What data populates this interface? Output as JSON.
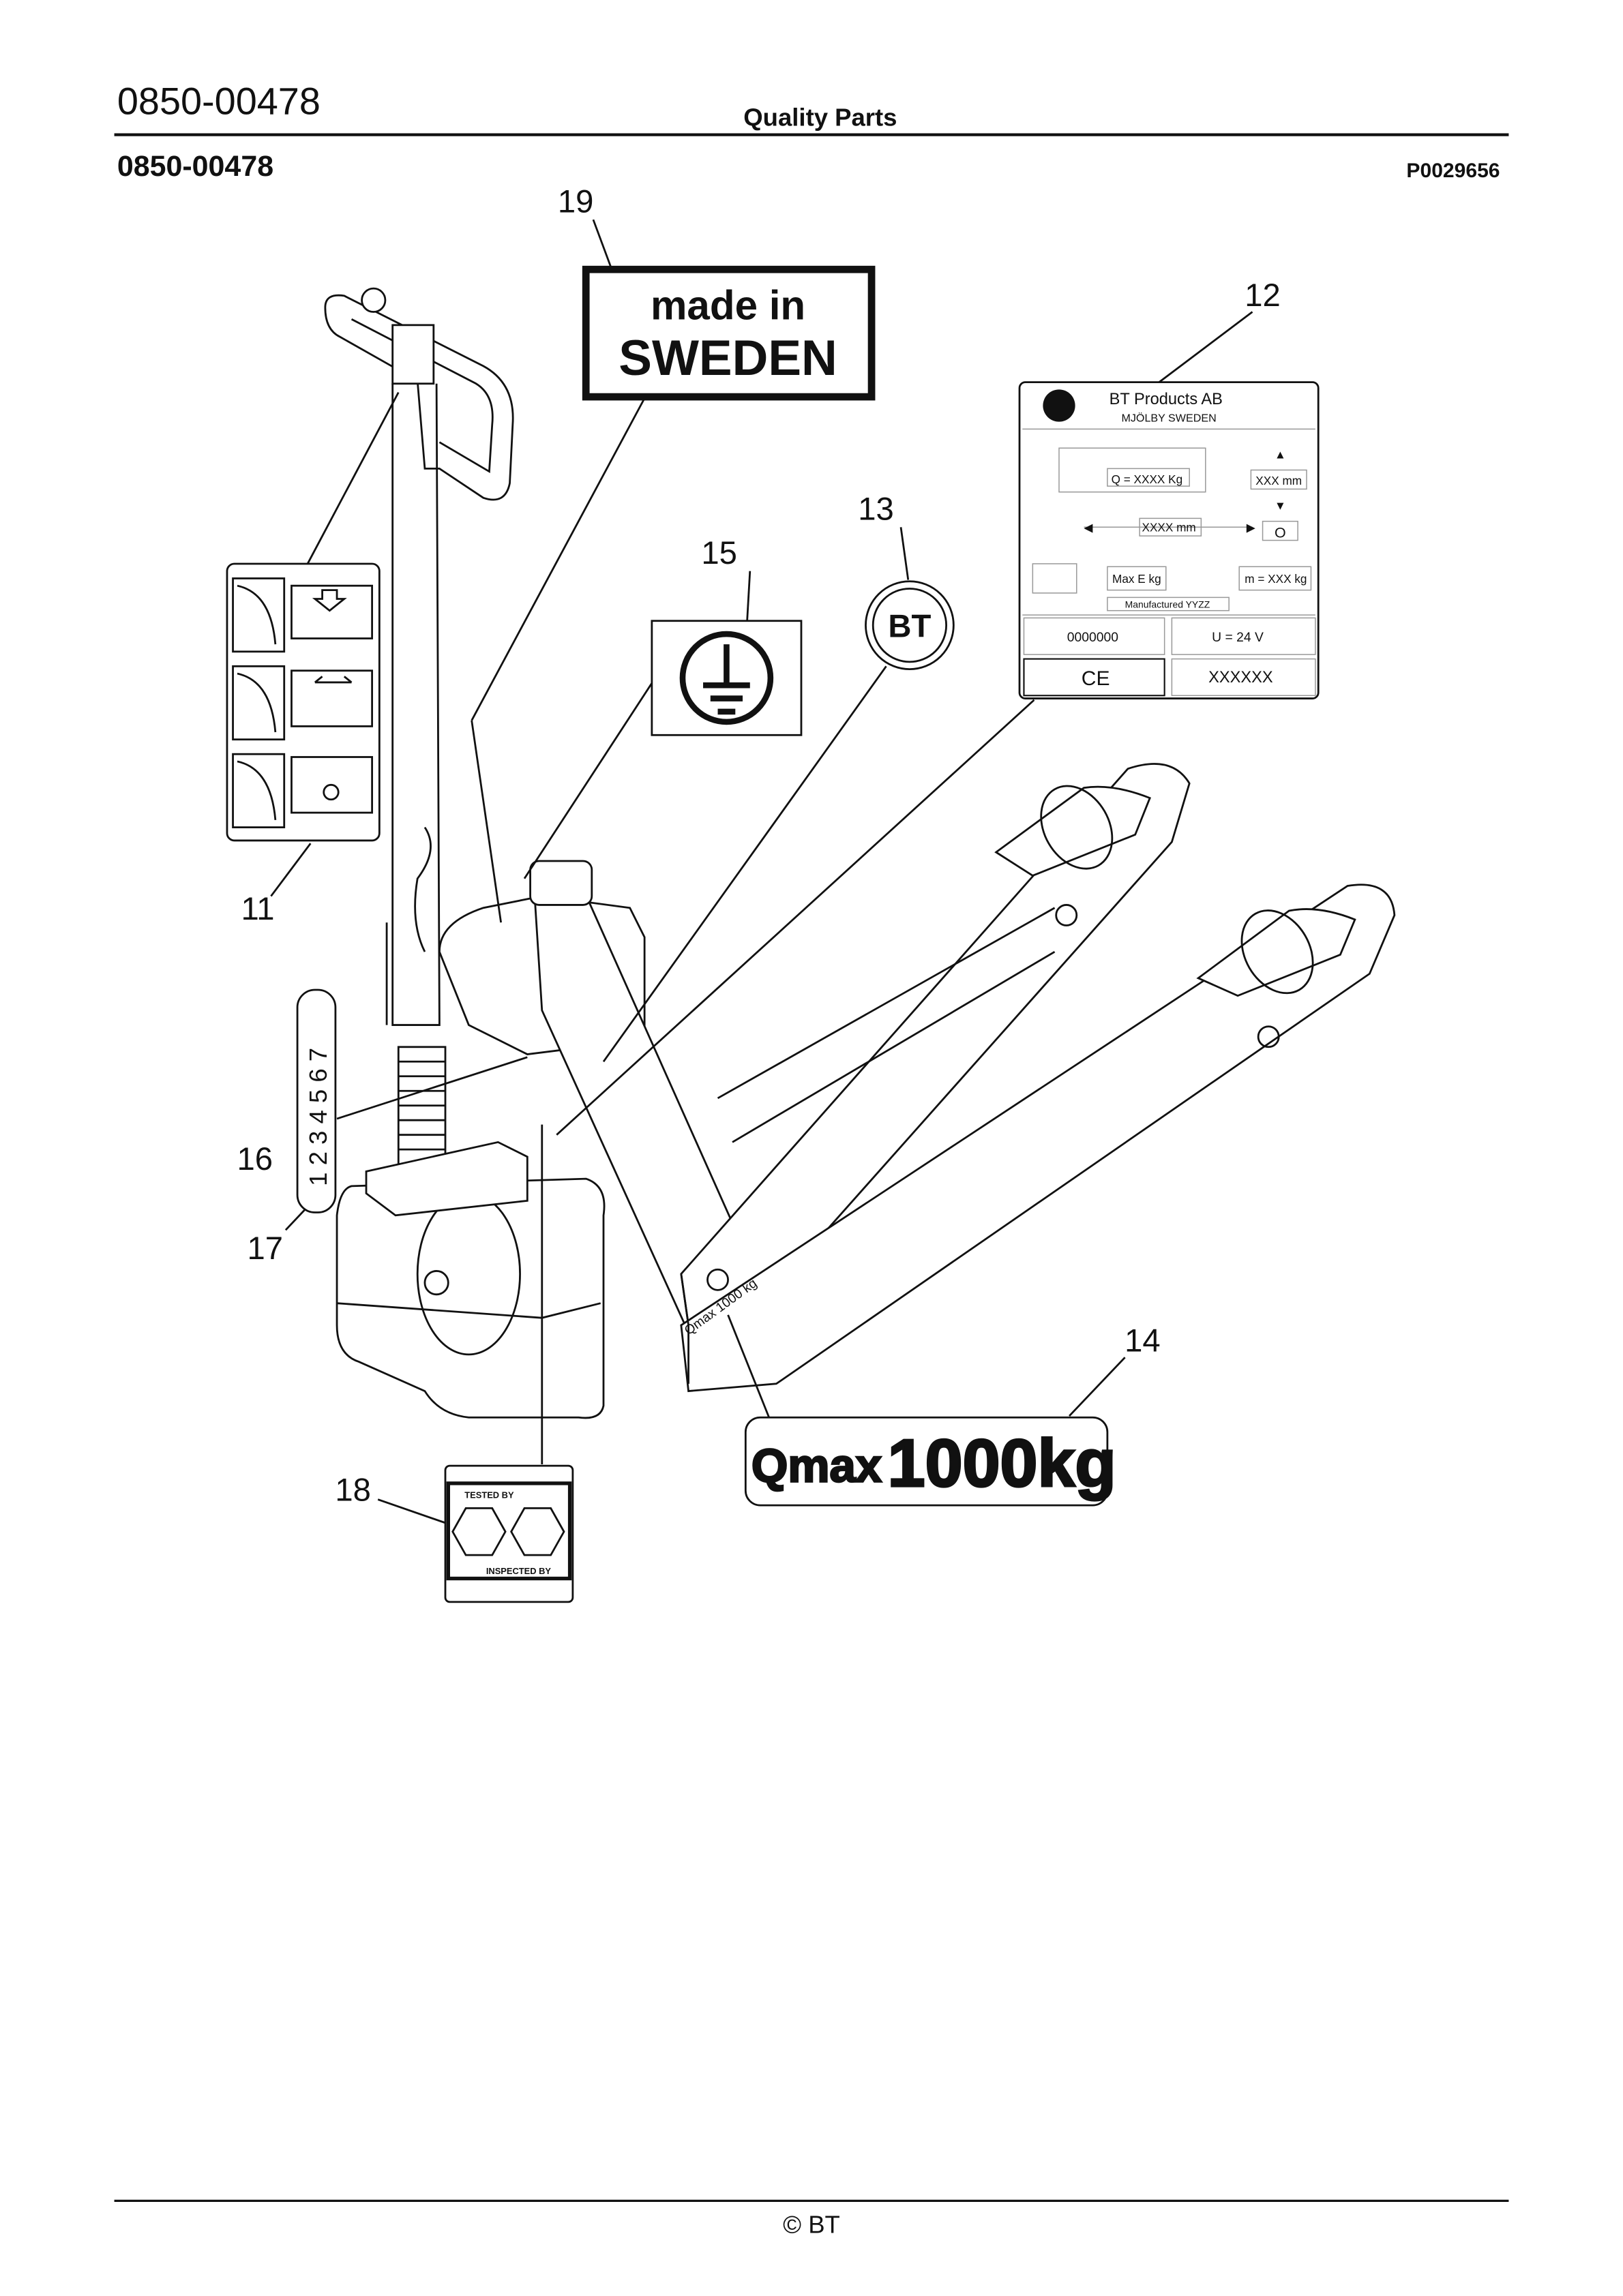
{
  "header": {
    "doc_number": "0850-00478",
    "title": "Quality Parts",
    "part_number": "0850-00478",
    "drawing_id": "P0029656"
  },
  "callouts": [
    "19",
    "12",
    "13",
    "15",
    "11",
    "16",
    "17",
    "14",
    "18"
  ],
  "labels": {
    "made_in": {
      "line1": "made in",
      "line2": "SWEDEN"
    },
    "qmax": {
      "prefix": "Qmax",
      "value": "1000kg"
    },
    "fork_label": "Qmax 1000 kg",
    "serial_strip": "1 2 3 4 5 6 7",
    "tested": {
      "top": "TESTED BY",
      "bottom": "INSPECTED BY"
    },
    "bt_logo": "BT"
  },
  "nameplate": {
    "company": "BT Products AB",
    "city": "MJÖLBY SWEDEN",
    "capacity": "Q = XXXX Kg",
    "height": "XXX mm",
    "length": "XXXX mm",
    "center": "O",
    "battery": "Max E kg",
    "mass": "m = XXX kg",
    "manufactured": "Manufactured   YYZZ",
    "serial": "0000000",
    "voltage": "U = 24 V",
    "ce": "CE",
    "model": "XXXXXX"
  },
  "footer": {
    "copyright": "© BT"
  }
}
